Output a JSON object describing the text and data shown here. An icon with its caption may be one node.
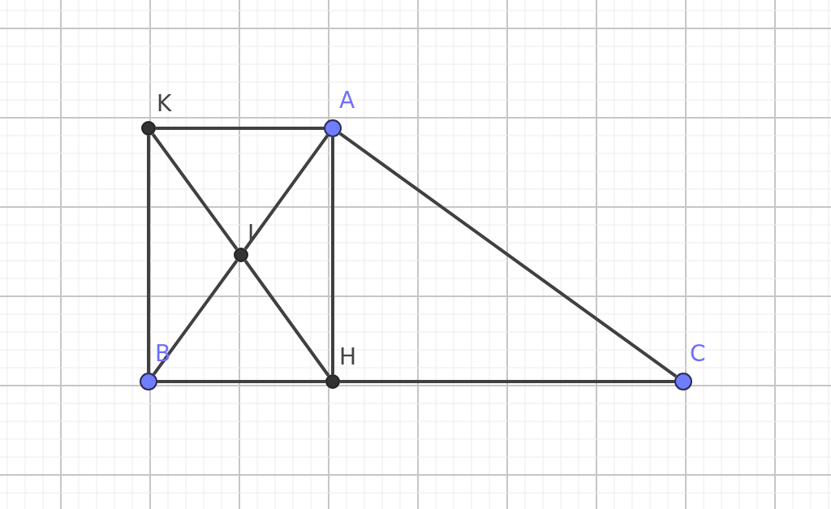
{
  "diagram": {
    "nodes": [
      {
        "text": [
          "K"
        ]
      },
      {
        "text": [
          "A"
        ]
      },
      {
        "text": [
          "I"
        ]
      },
      {
        "text": [
          "B"
        ]
      },
      {
        "text": [
          "H"
        ]
      },
      {
        "text": [
          "C"
        ]
      }
    ],
    "edges": [
      {
        "from": 0,
        "to": 1,
        "arrow": "none"
      },
      {
        "from": 0,
        "to": 3,
        "arrow": "none"
      },
      {
        "from": 0,
        "to": 2,
        "arrow": "none"
      },
      {
        "from": 2,
        "to": 4,
        "arrow": "none"
      },
      {
        "from": 1,
        "to": 2,
        "arrow": "none"
      },
      {
        "from": 2,
        "to": 3,
        "arrow": "none"
      },
      {
        "from": 1,
        "to": 4,
        "arrow": "none"
      },
      {
        "from": 1,
        "to": 5,
        "arrow": "none"
      },
      {
        "from": 3,
        "to": 4,
        "arrow": "none"
      },
      {
        "from": 4,
        "to": 5,
        "arrow": "none"
      }
    ]
  }
}
